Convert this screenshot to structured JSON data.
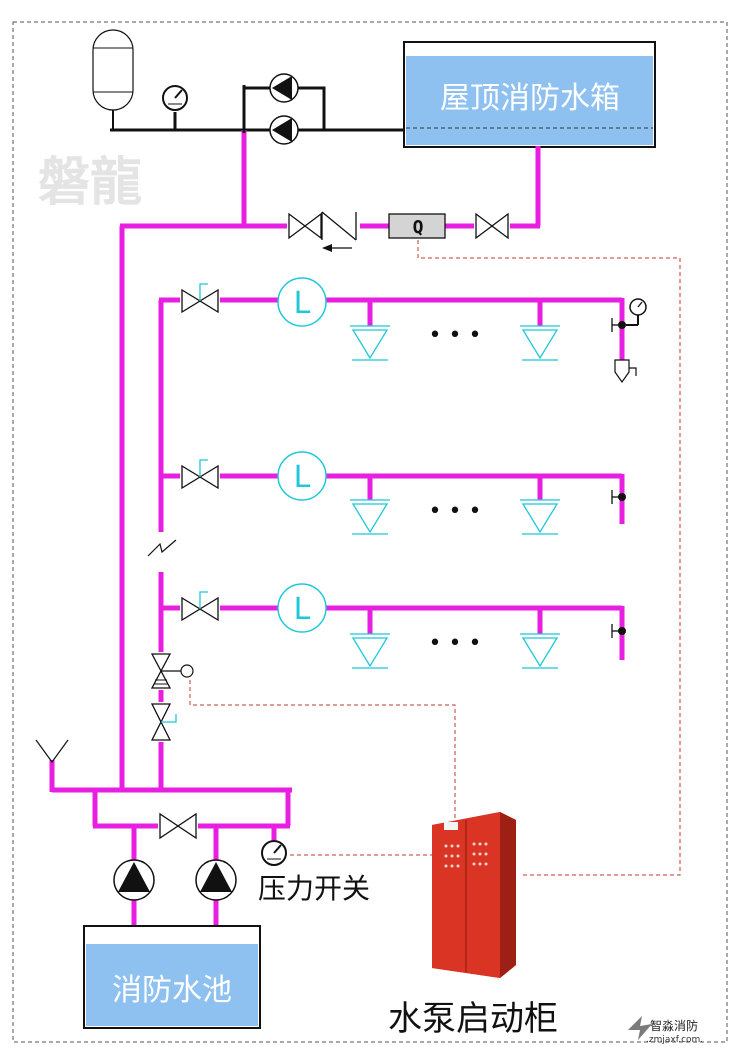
{
  "labels": {
    "roof_tank": "屋顶消防水箱",
    "pool": "消防水池",
    "pressure_switch": "压力开关",
    "cabinet": "水泵启动柜",
    "flow_switch": "Q",
    "flow_indicator": "L",
    "dots": "• • •"
  },
  "watermarks": {
    "brand_cn": "磐龍",
    "site_cn": "智淼消防",
    "site_url": ".zmjaxf.com."
  },
  "colors": {
    "pipe": "#e81ee0",
    "water": "#8ec1f0",
    "sprinkler": "#1fc8d8",
    "cabinet": "#d93424",
    "signal": "#c0392b"
  }
}
